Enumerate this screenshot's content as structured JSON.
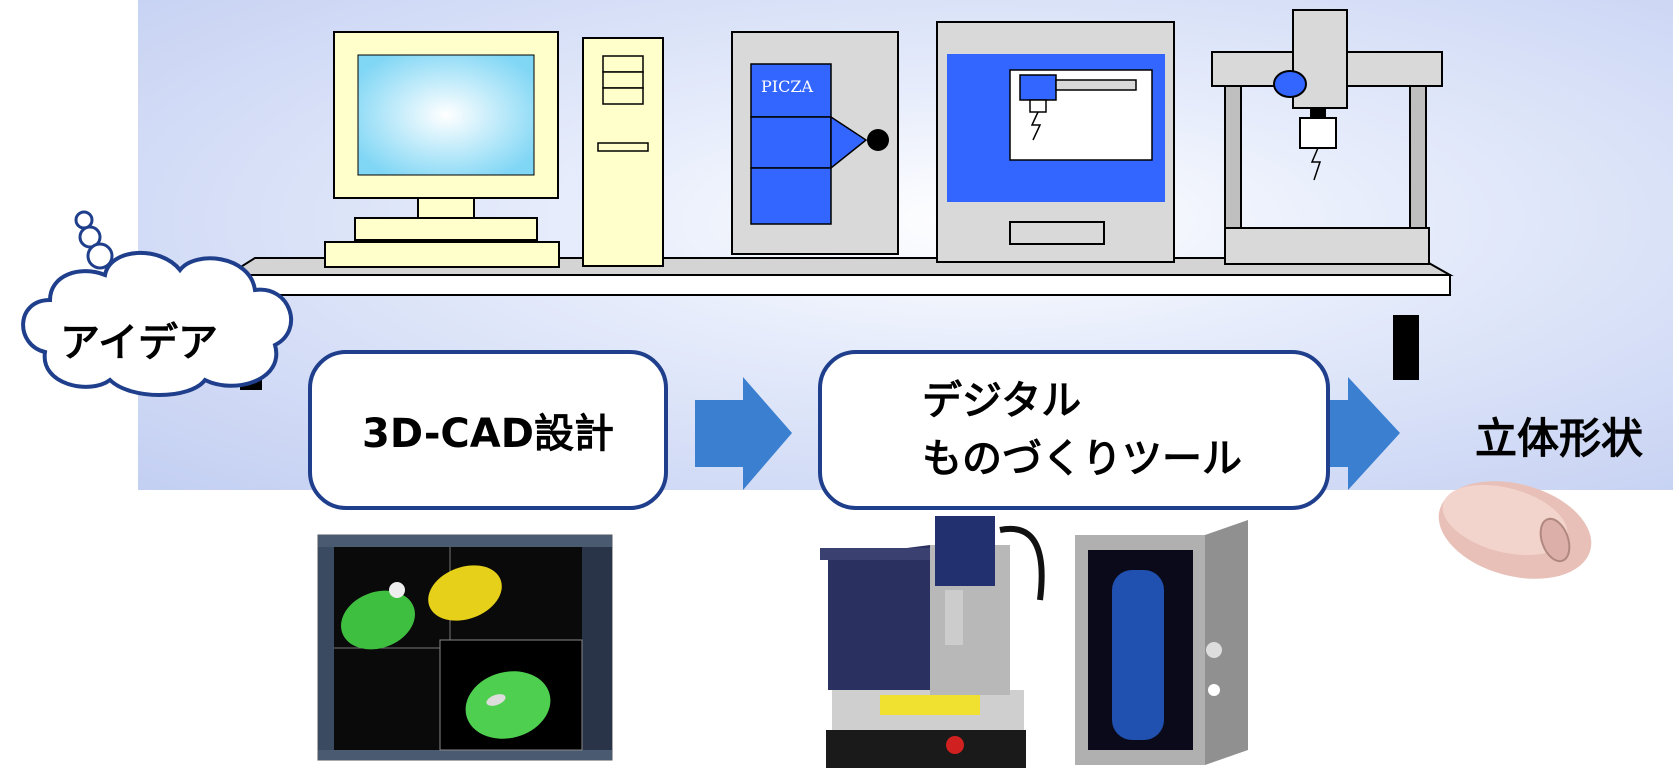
{
  "idea": {
    "label": "アイデア"
  },
  "steps": {
    "cad": {
      "label": "3D-CAD設計"
    },
    "tools": {
      "line1": "デジタル",
      "line2": "ものづくりツール"
    },
    "result": {
      "label": "立体形状"
    }
  },
  "machines": {
    "scanner_label": "PICZA"
  },
  "colors": {
    "box_border": "#1f3f8c",
    "arrow": "#3a7fd0",
    "machine_blue": "#3366ff",
    "panel": "#c3cff2"
  },
  "icons": [
    "computer-monitor-icon",
    "pc-tower-icon",
    "3d-scanner-icon",
    "cnc-control-icon",
    "milling-machine-icon",
    "thought-cloud-icon",
    "arrow-right-icon"
  ]
}
